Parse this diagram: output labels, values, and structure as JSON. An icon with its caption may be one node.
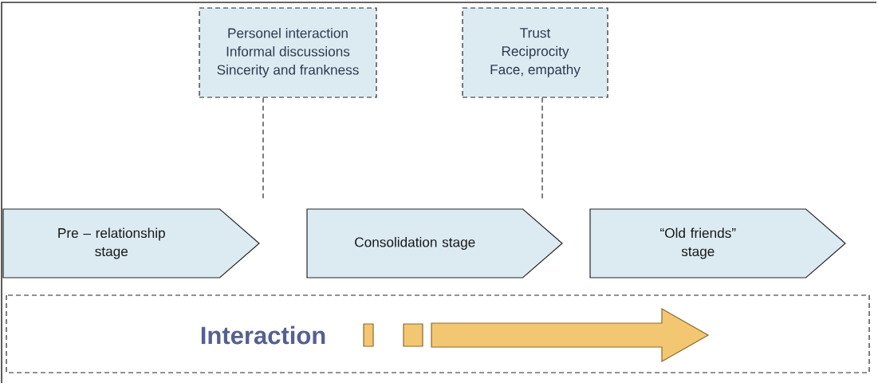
{
  "diagram": {
    "nodes": [
      {
        "text": [
          "Personel interaction",
          "Informal discussions",
          "Sincerity and frankness"
        ]
      },
      {
        "text": [
          "Trust",
          "Reciprocity",
          "Face, empathy"
        ]
      },
      {
        "text": [
          "Pre – relationship stage"
        ]
      },
      {
        "text": [
          "Consolidation stage"
        ]
      },
      {
        "text": [
          "“Old friends” stage"
        ]
      },
      {
        "text": [
          "Interaction"
        ]
      }
    ],
    "edges": [
      {
        "from": 0,
        "to": null,
        "arrow": "none",
        "style": "dashed"
      },
      {
        "from": 1,
        "to": 3,
        "arrow": "none",
        "style": "dashed"
      }
    ]
  }
}
